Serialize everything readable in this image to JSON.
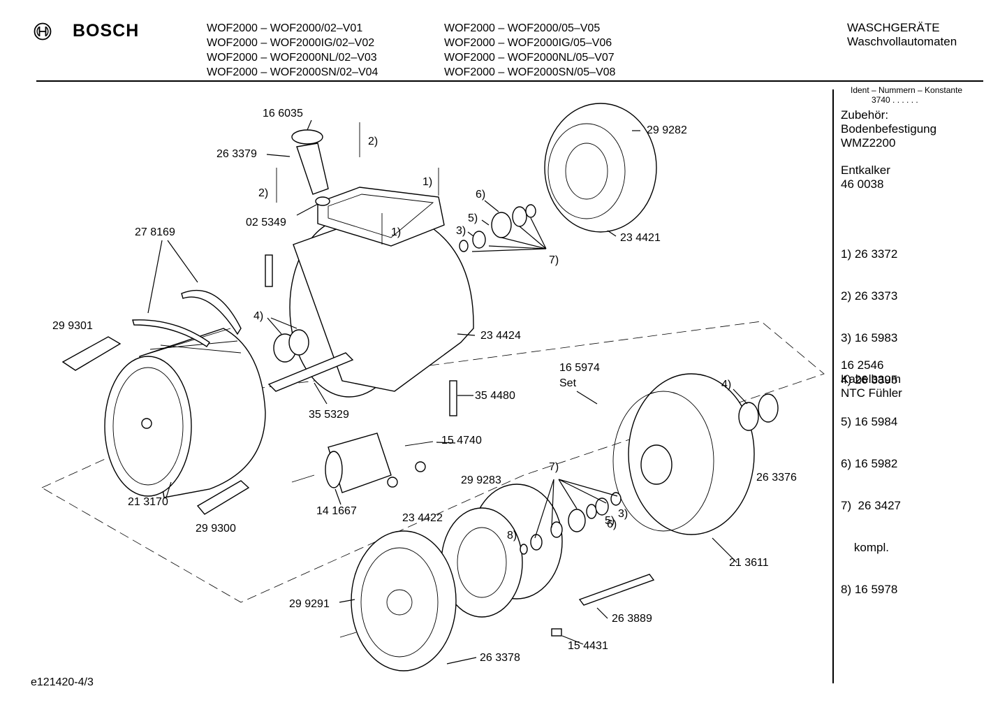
{
  "header": {
    "brand": "BOSCH",
    "models_col1": [
      "WOF2000 – WOF2000/02–V01",
      "WOF2000 – WOF2000IG/02–V02",
      "WOF2000 – WOF2000NL/02–V03",
      "WOF2000 – WOF2000SN/02–V04"
    ],
    "models_col2": [
      "WOF2000 – WOF2000/05–V05",
      "WOF2000 – WOF2000IG/05–V06",
      "WOF2000 – WOF2000NL/05–V07",
      "WOF2000 – WOF2000SN/05–V08"
    ],
    "category": "WASCHGERÄTE",
    "subcategory": "Waschvollautomaten"
  },
  "sidebar": {
    "ident_title": "Ident – Nummern – Konstante",
    "ident_value": "3740  . .    . . . .",
    "accessory_lines": [
      "Zubehör:",
      "Bodenbefestigung",
      "WMZ2200"
    ],
    "descaler_lines": [
      "Entkalker",
      "46 0038"
    ],
    "parts_lines": [
      "1) 26 3372",
      "2) 26 3373",
      "3) 16 5983",
      "4) 26 3395",
      "5) 16 5984",
      "6) 16 5982",
      "7)  26 3427",
      "    kompl.",
      "8) 16 5978"
    ],
    "cable_lines": [
      "16 2546",
      "Kabelbaum",
      "NTC Fühler"
    ]
  },
  "labels": {
    "l166035": "16 6035",
    "l263379": "26 3379",
    "l2a": "2)",
    "l2b": "2)",
    "l1a": "1)",
    "l1b": "1)",
    "l025349": "02 5349",
    "l278169": "27 8169",
    "l299301": "29 9301",
    "l4a": "4)",
    "l299282": "29 9282",
    "l234421": "23 4421",
    "l6a": "6)",
    "l5a": "5)",
    "l3a": "3)",
    "l7a": "7)",
    "l234424": "23 4424",
    "l165974": "16 5974",
    "lset": "Set",
    "l4b": "4)",
    "l355329": "35 5329",
    "l354480": "35 4480",
    "l154740": "15 4740",
    "l299283": "29 9283",
    "l213170": "21 3170",
    "l299300": "29 9300",
    "l141667": "14 1667",
    "l234422": "23 4422",
    "l7b": "7)",
    "l263376": "26 3376",
    "l8": "8)",
    "l5b": "5)",
    "l3b": "3)",
    "l6b": "6)",
    "l213611": "21 3611",
    "l299291": "29 9291",
    "l263889": "26 3889",
    "l154431": "15 4431",
    "l263378": "26 3378"
  },
  "footer": {
    "ref": "e121420-4/3"
  }
}
